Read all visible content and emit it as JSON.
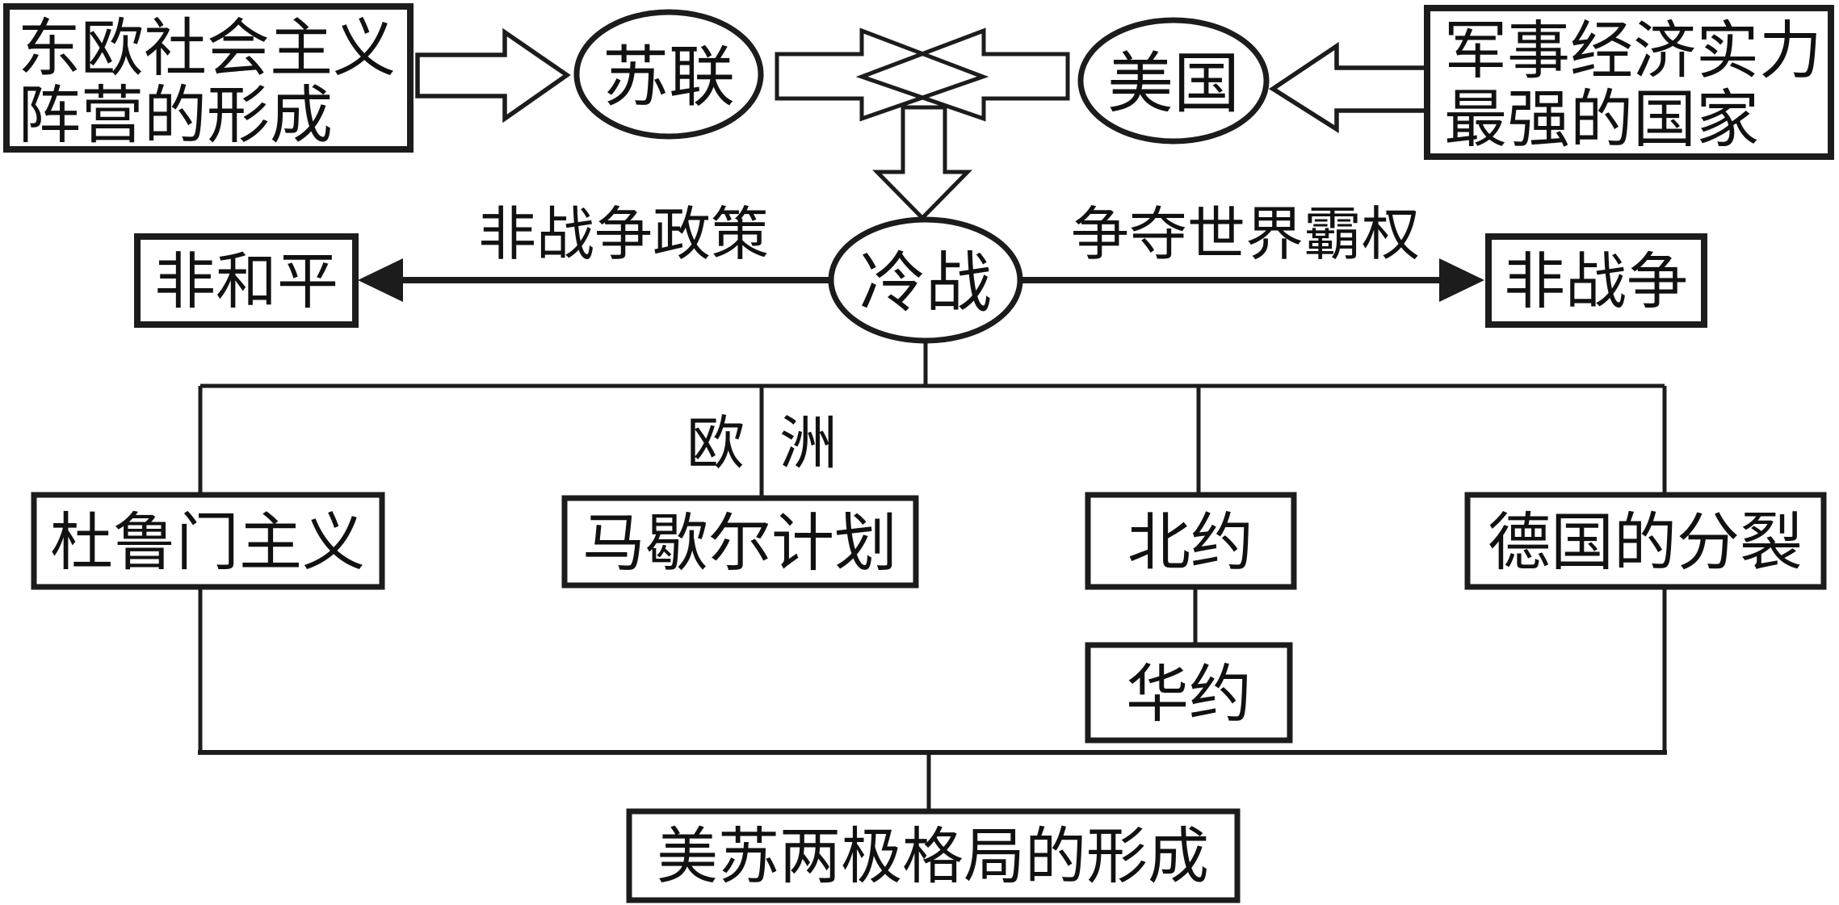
{
  "diagram": {
    "title_semantic": "cold-war-bipolar-structure-flowchart",
    "colors": {
      "ink": "#1c1c1c",
      "background": "#ffffff"
    },
    "top": {
      "left_box": {
        "line1": "东欧社会主义",
        "line2": "阵营的形成"
      },
      "soviet_label": "苏联",
      "usa_label": "美国",
      "right_box": {
        "line1": "军事经济实力",
        "line2": "最强的国家"
      }
    },
    "middle": {
      "cold_war_label": "冷战",
      "left_edge_label": "非战争政策",
      "left_result_box": "非和平",
      "right_edge_label": "争夺世界霸权",
      "right_result_box": "非战争"
    },
    "tree": {
      "europe_left_char": "欧",
      "europe_right_char": "洲",
      "nodes": [
        "杜鲁门主义",
        "马歇尔计划",
        "北约",
        "德国的分裂"
      ],
      "warsaw_label": "华约",
      "bottom_box": "美苏两极格局的形成"
    }
  }
}
